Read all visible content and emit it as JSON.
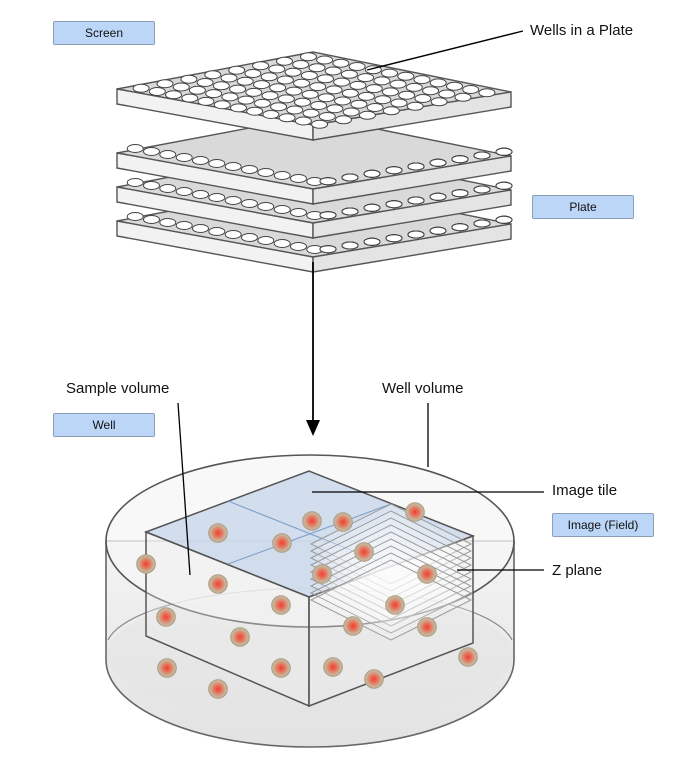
{
  "badges": {
    "screen": "Screen",
    "plate": "Plate",
    "well": "Well",
    "image": "Image (Field)"
  },
  "labels": {
    "wells_in_plate": "Wells in a Plate",
    "sample_volume": "Sample volume",
    "well_volume": "Well volume",
    "image_tile": "Image tile",
    "z_plane": "Z plane"
  },
  "colors": {
    "badge_fill": "#bcd6f7",
    "plate_top": "#d9d9d9",
    "plate_side": "#f2f2f2",
    "tile_fill": "#cfdcee",
    "cell_core": "#e8574a",
    "cell_halo": "#c9b8a0"
  }
}
